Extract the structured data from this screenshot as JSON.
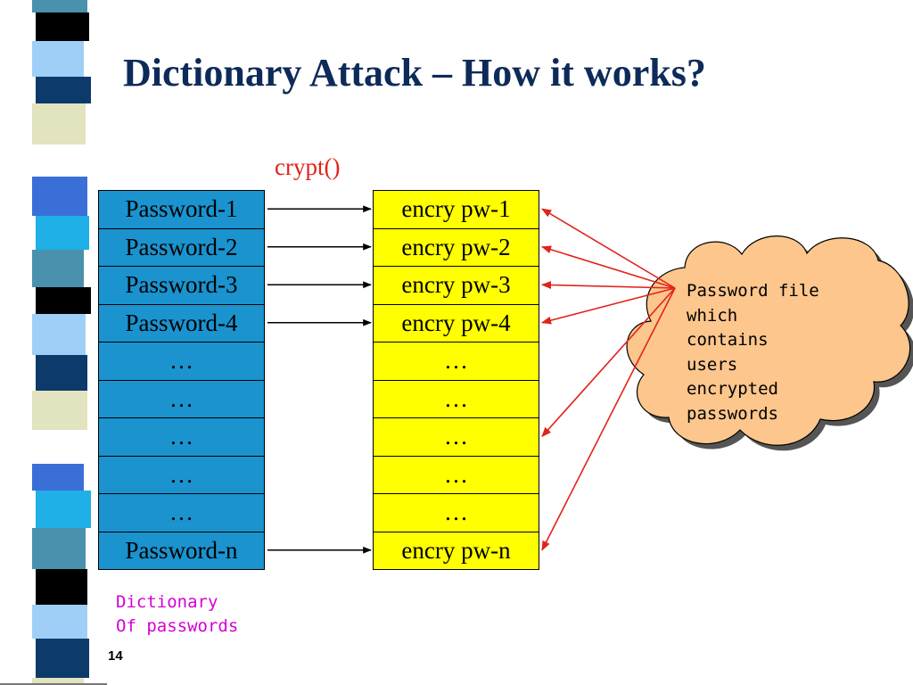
{
  "slide": {
    "title": "Dictionary Attack – How it works?",
    "page_number": "14"
  },
  "diagram": {
    "function_label": "crypt()",
    "dictionary_cells": [
      "Password-1",
      "Password-2",
      "Password-3",
      "Password-4",
      "…",
      "…",
      "…",
      "…",
      "…",
      "Password-n"
    ],
    "encrypted_cells": [
      "encry pw-1",
      "encry pw-2",
      "encry pw-3",
      "encry pw-4",
      "…",
      "…",
      "…",
      "…",
      "…",
      "encry pw-n"
    ],
    "cloud_lines": [
      "Password file",
      "which",
      "contains",
      "users",
      "encrypted",
      "passwords"
    ],
    "dictionary_label_lines": [
      "Dictionary",
      "Of passwords"
    ]
  },
  "colors": {
    "title": "#0d2b59",
    "crypt_label": "#e2231a",
    "dictionary_cell_fill": "#1a93cf",
    "encrypted_cell_fill": "#ffff00",
    "cloud_fill": "#fcc68c",
    "red_arrows": "#e2231a",
    "dictionary_label": "#d400d4",
    "stripe_palette": [
      "#4a91ae",
      "#0b3a6b",
      "#3a6fd8",
      "#000000",
      "#e2e3bf",
      "#1eb0e6",
      "#9fcff7",
      "#ffffff"
    ]
  },
  "icons": {
    "cloud": "cloud-shape",
    "arrow": "arrow-right"
  }
}
